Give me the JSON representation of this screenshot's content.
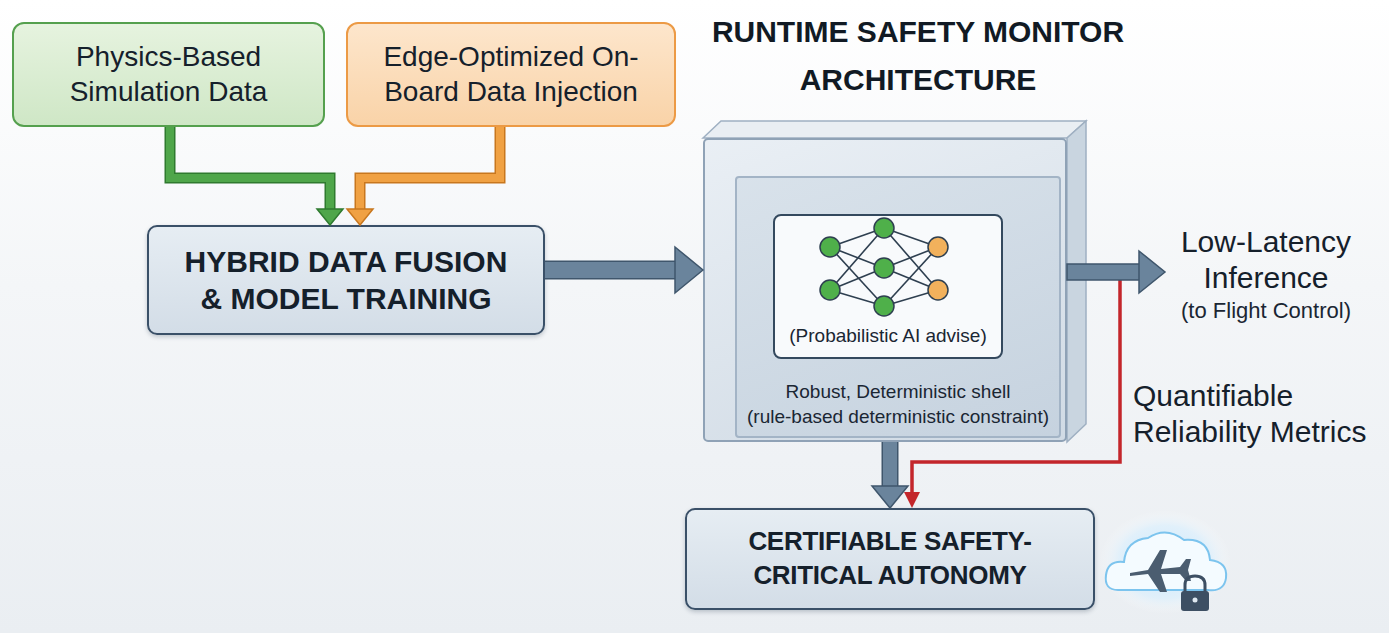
{
  "diagram": {
    "nodes": [
      {
        "text": [
          "Physics-Based Simulation Data"
        ]
      },
      {
        "text": [
          "Edge-Optimized On-Board Data Injection"
        ]
      },
      {
        "text": [
          "HYBRID DATA FUSION & MODEL TRAINING"
        ]
      },
      {
        "text": [
          "RUNTIME SAFETY MONITOR ARCHITECTURE"
        ]
      },
      {
        "text": [
          "Robust, Deterministic shell",
          "(rule-based deterministic constraint)"
        ],
        "in": 3
      },
      {
        "text": [
          "(Probabilistic AI advise)"
        ],
        "in": 4
      },
      {
        "text": [
          "CERTIFIABLE SAFETY-CRITICAL AUTONOMY"
        ]
      }
    ],
    "edges": [
      {
        "from": 0,
        "to": 2,
        "arrow": "to"
      },
      {
        "from": 1,
        "to": 2,
        "arrow": "to"
      },
      {
        "from": 2,
        "to": 3,
        "arrow": "to"
      },
      {
        "from": 3,
        "to": 6,
        "arrow": "to"
      },
      {
        "from": 3,
        "to": 6,
        "arrow": "to",
        "label": "Quantifiable Reliability Metrics"
      }
    ],
    "labels": [
      "Low-Latency Inference",
      "(to Flight Control)"
    ]
  }
}
